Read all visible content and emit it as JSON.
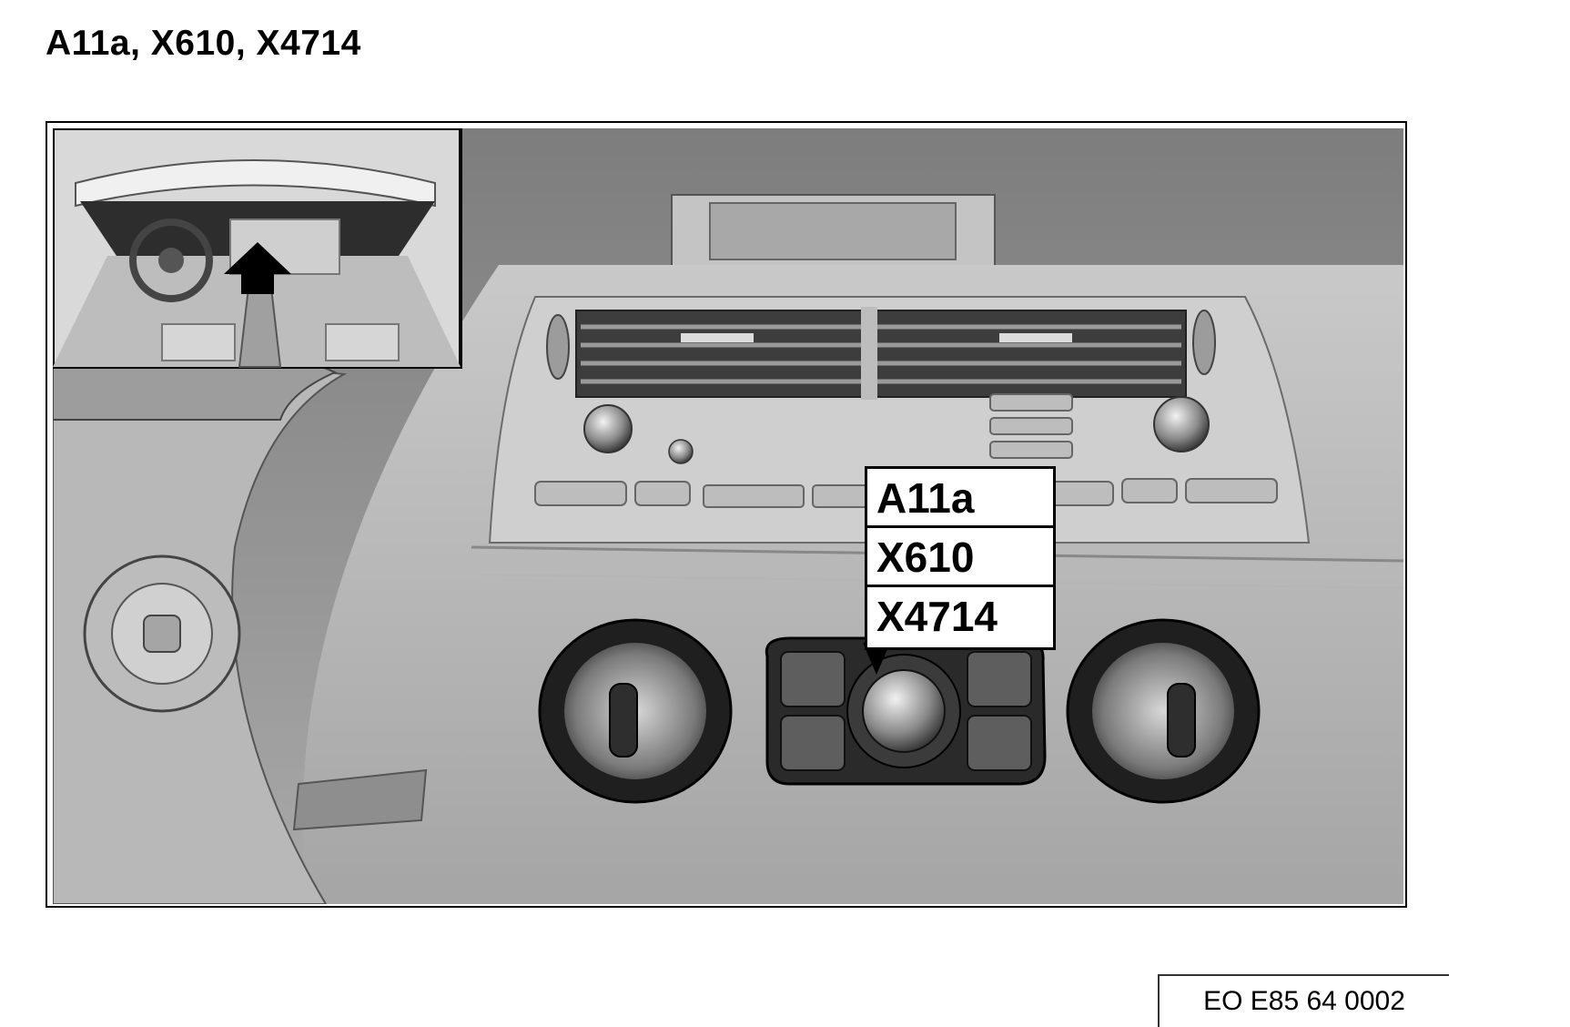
{
  "page": {
    "title": "A11a, X610, X4714"
  },
  "figure": {
    "callout_labels": [
      "A11a",
      "X610",
      "X4714"
    ],
    "caption": "EO E85 64 0002"
  }
}
